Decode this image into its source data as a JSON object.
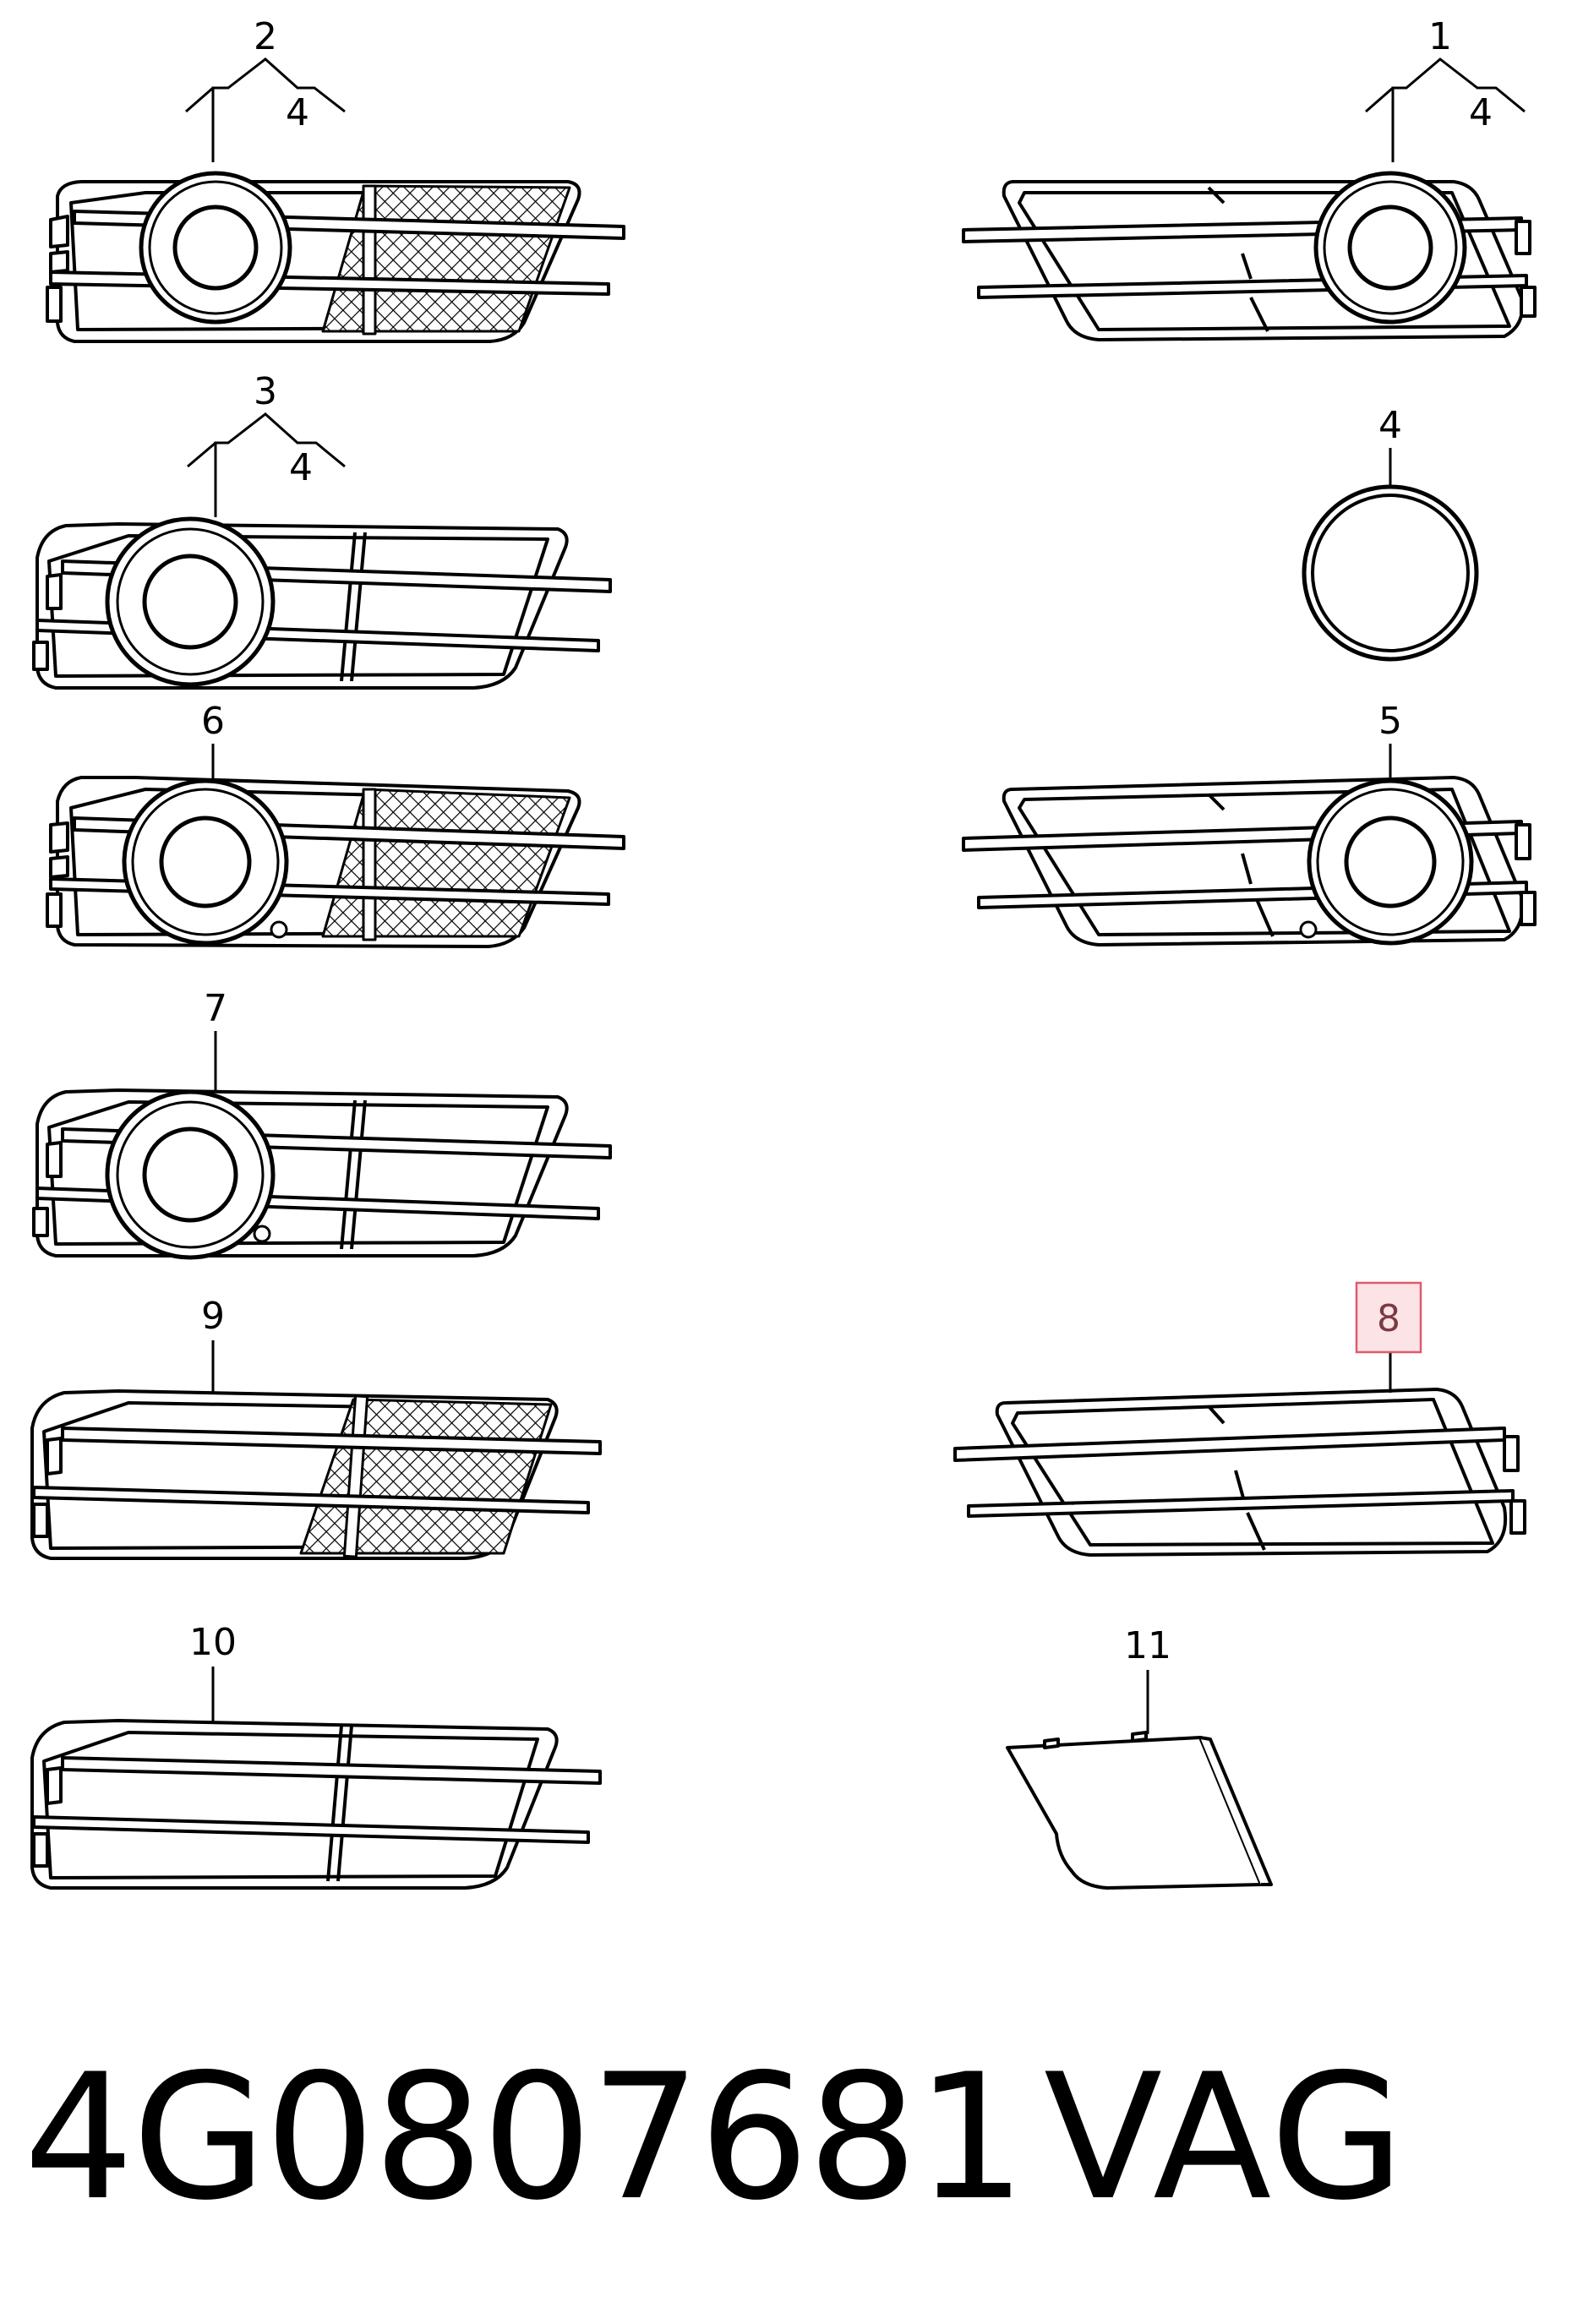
{
  "diagram": {
    "callouts": {
      "c1": "1",
      "c2": "2",
      "c3": "3",
      "c4": "4",
      "c5": "5",
      "c6": "6",
      "c7": "7",
      "c8": "8",
      "c9": "9",
      "c10": "10",
      "c11": "11",
      "c2_sub": "4",
      "c1_sub": "4",
      "c3_sub": "4"
    },
    "highlighted_callout": "8",
    "highlight_color": "#e05a6a",
    "highlight_fill": "#fbe3e6"
  },
  "footer": {
    "part_number": "4G0807681",
    "brand": "VAG"
  }
}
